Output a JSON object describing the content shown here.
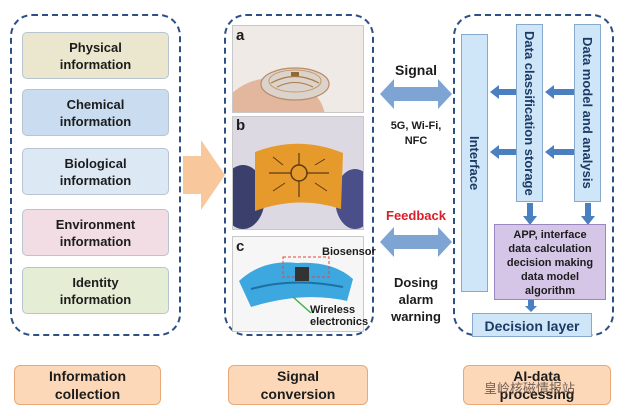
{
  "columns": {
    "left": {
      "items": [
        {
          "label": "Physical\ninformation",
          "color": "#ebe7cf"
        },
        {
          "label": "Chemical\ninformation",
          "color": "#c9dcf0"
        },
        {
          "label": "Biological\ninformation",
          "color": "#dde8f5"
        },
        {
          "label": "Environment\ninformation",
          "color": "#f1dde3"
        },
        {
          "label": "Identity\ninformation",
          "color": "#e5eed5"
        }
      ],
      "footer": "Information\ncollection"
    },
    "middle": {
      "panels": [
        "a",
        "b",
        "c"
      ],
      "biosensor": "Biosensor",
      "wireless": "Wireless\nelectronics",
      "footer": "Signal\nconversion"
    },
    "right": {
      "interface": "Interface",
      "storage": "Data classification storage",
      "analysis": "Data model and analysis",
      "app": "APP, interface\ndata calculation\ndecision making\ndata model\nalgorithm",
      "decision": "Decision layer",
      "footer": "AI-data\nprocessing"
    }
  },
  "links": {
    "signal": "Signal",
    "signal_sub": "5G, Wi-Fi,\nNFC",
    "feedback": "Feedback",
    "dosing": "Dosing\nalarm\nwarning"
  },
  "watermark": "皇岭核磁情报站",
  "colors": {
    "panel_border": "#2c4f86",
    "arrow_blue": "#7ea4d4",
    "arrow_orange": "#f8c79c",
    "feedback_red": "#d91e2a",
    "app_purple": "#d5c6e8",
    "decision_blue": "#cfe6f8"
  }
}
